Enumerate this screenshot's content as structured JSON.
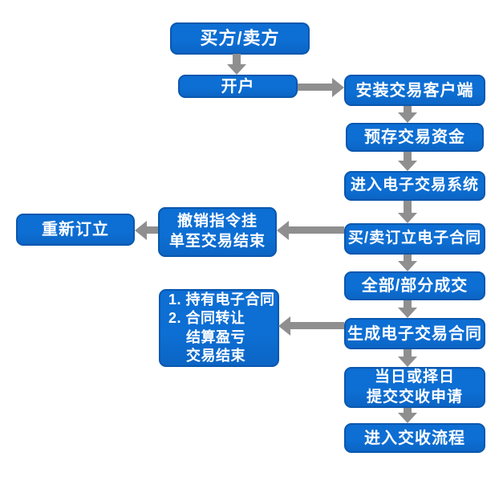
{
  "flowchart": {
    "colors": {
      "node_fill": "#0d6ed3",
      "node_border": "#0a57ae",
      "arrow_color": "#8f8f8f",
      "text_color": "#ffffff",
      "page_bg": "#ffffff"
    },
    "nodes": {
      "buyer_seller": {
        "label": "买方/卖方"
      },
      "open_account": {
        "label": "开户"
      },
      "install_client": {
        "label": "安装交易客户端"
      },
      "deposit_funds": {
        "label": "预存交易资金"
      },
      "enter_system": {
        "label": "进入电子交易系统"
      },
      "establish_contract": {
        "label": "买/卖订立电子合同"
      },
      "cancel_order": {
        "label": "撤销指令挂\n单至交易结束"
      },
      "renew_contract": {
        "label": "重新订立"
      },
      "full_partial_deal": {
        "label": "全部/部分成交"
      },
      "generate_contract": {
        "label": "生成电子交易合同"
      },
      "hold_or_transfer": {
        "label": "1. 持有电子合同\n2. 合同转让\n    结算盈亏\n    交易结束"
      },
      "delivery_request": {
        "label": "当日或择日\n提交交收申请"
      },
      "delivery_process": {
        "label": "进入交收流程"
      }
    }
  }
}
